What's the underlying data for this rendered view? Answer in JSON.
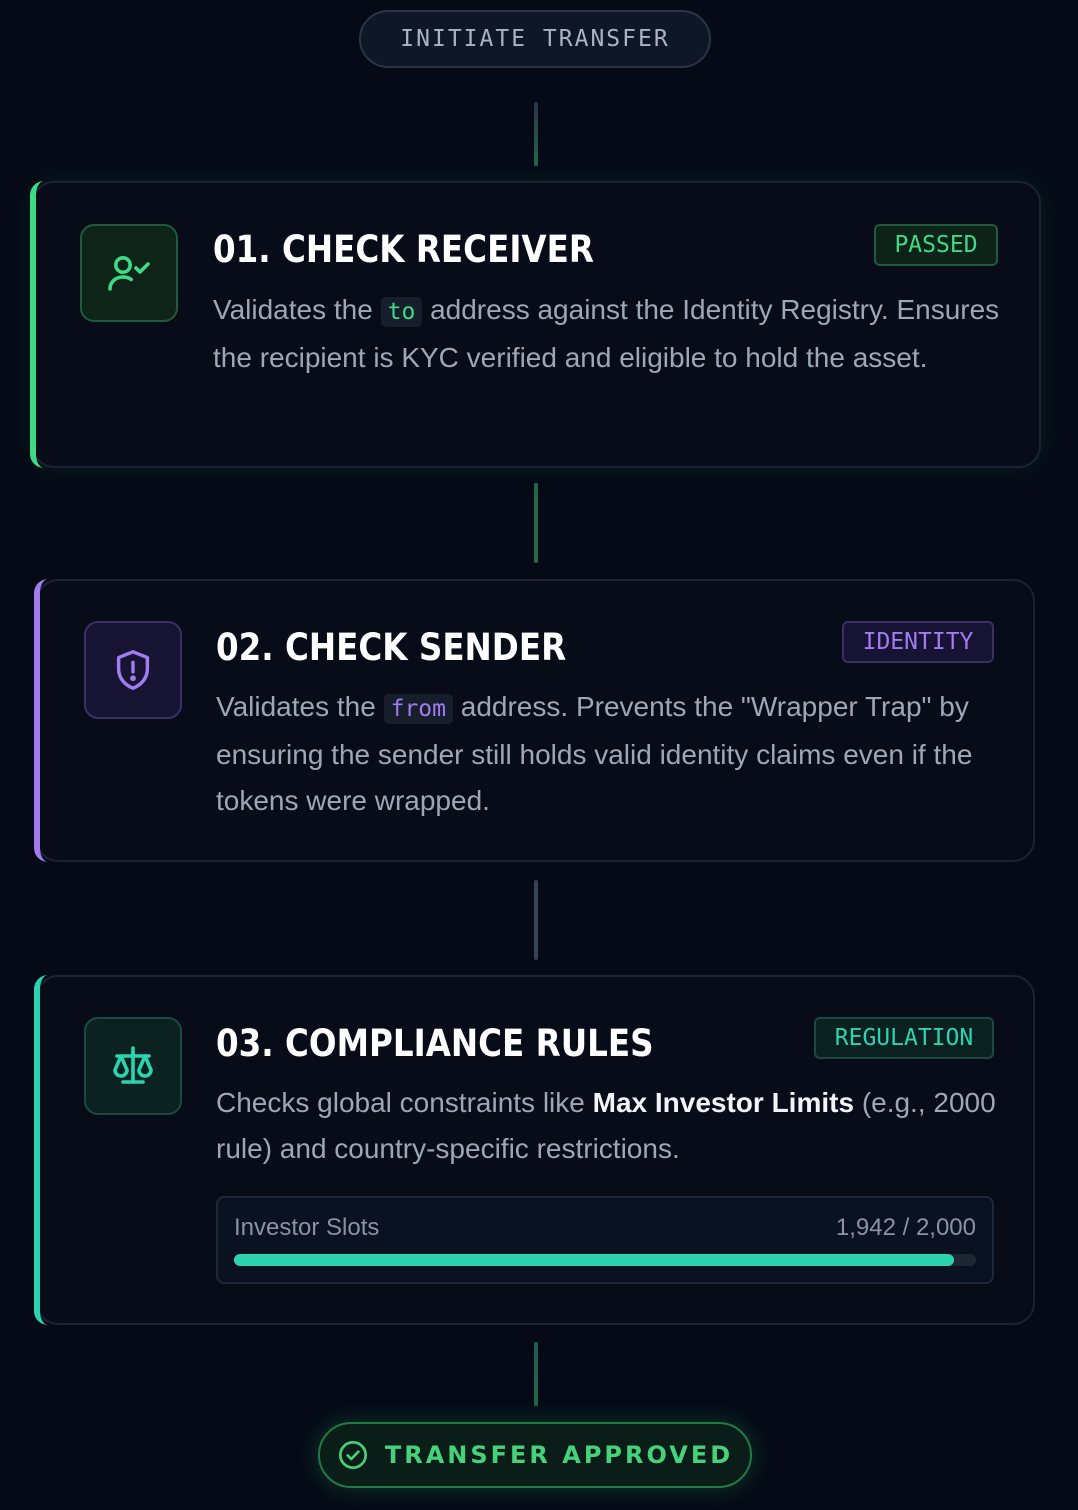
{
  "header": {
    "label": "INITIATE TRANSFER"
  },
  "steps": [
    {
      "title": "01. CHECK RECEIVER",
      "badge": "PASSED",
      "icon": "user-check-icon",
      "accent": "#3ddc84",
      "desc_pre": "Validates the",
      "code": "to",
      "desc_post": "address against the Identity Registry. Ensures the recipient is KYC verified and eligible to hold the asset."
    },
    {
      "title": "02. CHECK SENDER",
      "badge": "IDENTITY",
      "icon": "shield-alert-icon",
      "accent": "#a07cf0",
      "desc_pre": "Validates the",
      "code": "from",
      "desc_post": "address. Prevents the \"Wrapper Trap\" by ensuring the sender still holds valid identity claims even if the tokens were wrapped."
    },
    {
      "title": "03. COMPLIANCE RULES",
      "badge": "REGULATION",
      "icon": "scales-icon",
      "accent": "#2bd3b0",
      "desc_pre": "Checks global constraints like",
      "strong": "Max Investor Limits",
      "desc_post": "(e.g., 2000 rule) and country-specific restrictions.",
      "slots": {
        "label": "Investor Slots",
        "value": "1,942 / 2,000",
        "fraction": 0.971
      }
    }
  ],
  "footer": {
    "label": "TRANSFER APPROVED",
    "icon": "check-circle-icon"
  }
}
